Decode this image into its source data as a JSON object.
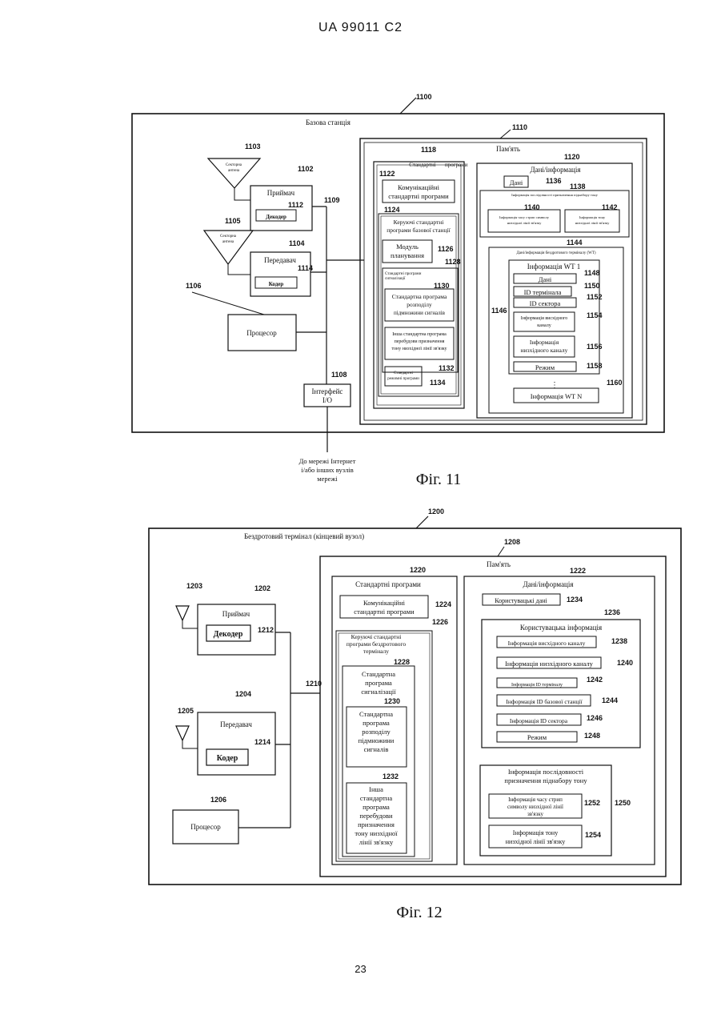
{
  "header": "UA   99011   C2",
  "page_number": "23",
  "fig11": {
    "caption": "Фіг. 11",
    "refs": {
      "r1100": "1100",
      "r1110": "1110",
      "r1118": "1118",
      "r1120": "1120",
      "r1103": "1103",
      "r1102": "1102",
      "r1109": "1109",
      "r1112": "1112",
      "r1122": "1122",
      "r1136": "1136",
      "r1138": "1138",
      "r1105": "1105",
      "r1104": "1104",
      "r1114": "1114",
      "r1124": "1124",
      "r1140": "1140",
      "r1142": "1142",
      "r1144": "1144",
      "r1126": "1126",
      "r1128": "1128",
      "r1148": "1148",
      "r1150": "1150",
      "r1152": "1152",
      "r1106": "1106",
      "r1130": "1130",
      "r1146": "1146",
      "r1154": "1154",
      "r1156": "1156",
      "r1132": "1132",
      "r1158": "1158",
      "r1108": "1108",
      "r1134": "1134",
      "r1160": "1160"
    },
    "base_station": "Базова станція",
    "memory": "Пам'ять",
    "sector_antenna_1": [
      "Секторна",
      "антена"
    ],
    "sector_antenna_2": [
      "Секторна",
      "антена"
    ],
    "receiver": "Приймач",
    "decoder": "Декодер",
    "transmitter": "Передавач",
    "coder": "Кодер",
    "processor": "Процесор",
    "io_interface": [
      "Інтерфейс",
      "I/O"
    ],
    "network": [
      "До мережі Інтернет",
      "і/або інших вузлів",
      "мережі"
    ],
    "std_programs": [
      "Стандартні",
      "програми"
    ],
    "comm_programs": [
      "Комунікаційні",
      "стандартні програми"
    ],
    "bs_control": [
      "Керуючі стандартні",
      "програми базової станції"
    ],
    "sched_module": [
      "Модуль",
      "планування"
    ],
    "signaling_programs": [
      "Стандартні програми",
      "сигналізації"
    ],
    "subset_alloc": [
      "Стандартна програма",
      "розподілу",
      "підмножини сигналів"
    ],
    "other_rebuild": [
      "Інша стандартна програма",
      "перебудови призначення",
      "тону низхідної лінії зв'язку"
    ],
    "mode_program": [
      "Стандартні",
      "режимні програми"
    ],
    "data_info": "Дані/інформація",
    "data_small": "Дані",
    "tone_subset_info": "Інформація послідовності призначення піднабору тону",
    "time_strip": [
      "Інформація часу стрип символу",
      "низхідної лінії зв'язку"
    ],
    "tone_info": [
      "Інформація тону",
      "низхідної лінії зв'язку"
    ],
    "wt_data_info": "Дані/інформація бездротового терміналу (WT)",
    "wt1": "Інформація WT 1",
    "wt_data": "Дані",
    "terminal_id": "ID терміналa",
    "sector_id": "ID сектора",
    "uplink_info": [
      "Інформація висхідного",
      "каналу"
    ],
    "downlink_info": [
      "Інформація",
      "низхідного каналу"
    ],
    "mode": "Режим",
    "dots": "⋮",
    "wtn": "Інформація WT N"
  },
  "fig12": {
    "caption": "Фіг. 12",
    "refs": {
      "r1200": "1200",
      "r1208": "1208",
      "r1220": "1220",
      "r1222": "1222",
      "r1203": "1203",
      "r1202": "1202",
      "r1224": "1224",
      "r1234": "1234",
      "r1226": "1226",
      "r1236": "1236",
      "r1212": "1212",
      "r1238": "1238",
      "r1228": "1228",
      "r1240": "1240",
      "r1210": "1210",
      "r1242": "1242",
      "r1204": "1204",
      "r1230": "1230",
      "r1244": "1244",
      "r1205": "1205",
      "r1246": "1246",
      "r1214": "1214",
      "r1248": "1248",
      "r1232": "1232",
      "r1206": "1206",
      "r1252": "1252",
      "r1250": "1250",
      "r1254": "1254"
    },
    "terminal": "Бездротовий термінал (кінцевий вузол)",
    "memory": "Пам'ять",
    "std_programs": "Стандартні програми",
    "data_info": "Дані/інформація",
    "receiver": "Приймач",
    "decoder": "Декодер",
    "transmitter": "Передавач",
    "coder": "Кодер",
    "processor": "Процесор",
    "comm_programs": [
      "Комунікаційні",
      "стандартні програми"
    ],
    "user_data": "Користувацькі дані",
    "wt_control": [
      "Керуючі стандартні",
      "програми бездротового",
      "терміналу"
    ],
    "user_info": "Користувацька інформація",
    "uplink_info": "Інформація висхідного каналу",
    "downlink_info": "Інформація низхідного каналу",
    "terminal_id": "Інформація ID терміналу",
    "bs_id": "Інформація ID базової станції",
    "sector_id": "Інформація ID сектора",
    "mode": "Режим",
    "signaling": [
      "Стандартна",
      "програма",
      "сигналізації"
    ],
    "subset_alloc": [
      "Стандартна",
      "програма",
      "розподілу",
      "підмножини",
      "сигналів"
    ],
    "other_rebuild": [
      "Інша",
      "стандартна",
      "програма",
      "перебудови",
      "призначення",
      "тону низхідної",
      "лінії зв'язку"
    ],
    "tone_seq": [
      "Інформація послідовності",
      "призначення піднабору тону"
    ],
    "time_strip": [
      "Інформація часу стрип",
      "символу низхідної лінії",
      "зв'язку"
    ],
    "tone_info": [
      "Інформація тону",
      "низхідної лінії зв'язку"
    ]
  }
}
